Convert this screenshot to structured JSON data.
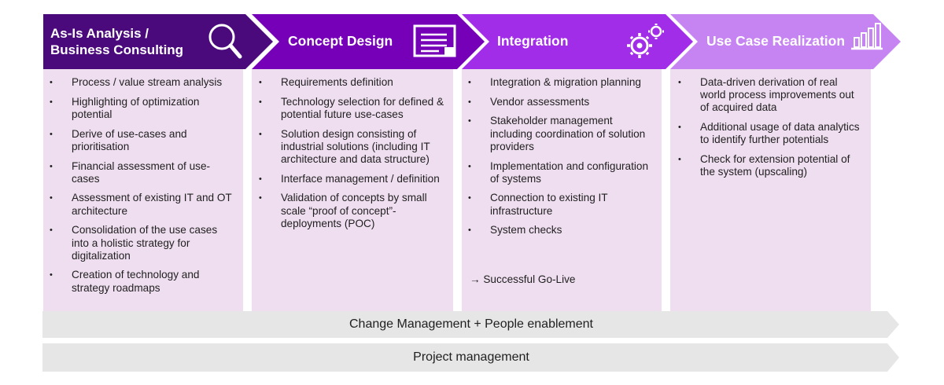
{
  "colors": {
    "phase1": "#4a0a7c",
    "phase2": "#7600b8",
    "phase3": "#a12de8",
    "phase4": "#c683f2",
    "panel": "#efdef0",
    "band": "#e6e6e6"
  },
  "phases": [
    {
      "title_line1": "As-Is Analysis /",
      "title_line2": "Business Consulting",
      "icon": "magnifier-icon",
      "items": [
        "Process / value stream analysis",
        "Highlighting of optimization potential",
        "Derive of use-cases and prioritisation",
        "Financial assessment of use-cases",
        "Assessment of existing IT and OT architecture",
        "Consolidation of the use cases into a holistic strategy for digitalization",
        "Creation of technology and strategy roadmaps"
      ]
    },
    {
      "title": "Concept Design",
      "icon": "document-icon",
      "items": [
        "Requirements definition",
        "Technology selection for defined & potential future use-cases",
        "Solution design consisting of industrial solutions (including IT architecture and data structure)",
        "Interface management / definition",
        "Validation of concepts by small scale “proof of concept”-deployments (POC)"
      ]
    },
    {
      "title": "Integration",
      "icon": "gears-icon",
      "items": [
        "Integration & migration planning",
        "Vendor assessments",
        "Stakeholder management including coordination of solution providers",
        "Implementation and configuration of systems",
        "Connection to existing IT infrastructure",
        "System checks"
      ],
      "goal": "→ Successful Go-Live"
    },
    {
      "title": "Use Case Realization",
      "icon": "bar-chart-icon",
      "items": [
        "Data-driven derivation of real world process improvements out of acquired data",
        "Additional usage of data analytics to identify further potentials",
        "Check for extension potential of the system (upscaling)"
      ]
    }
  ],
  "bands": {
    "change": "Change Management + People enablement",
    "project": "Project management"
  }
}
